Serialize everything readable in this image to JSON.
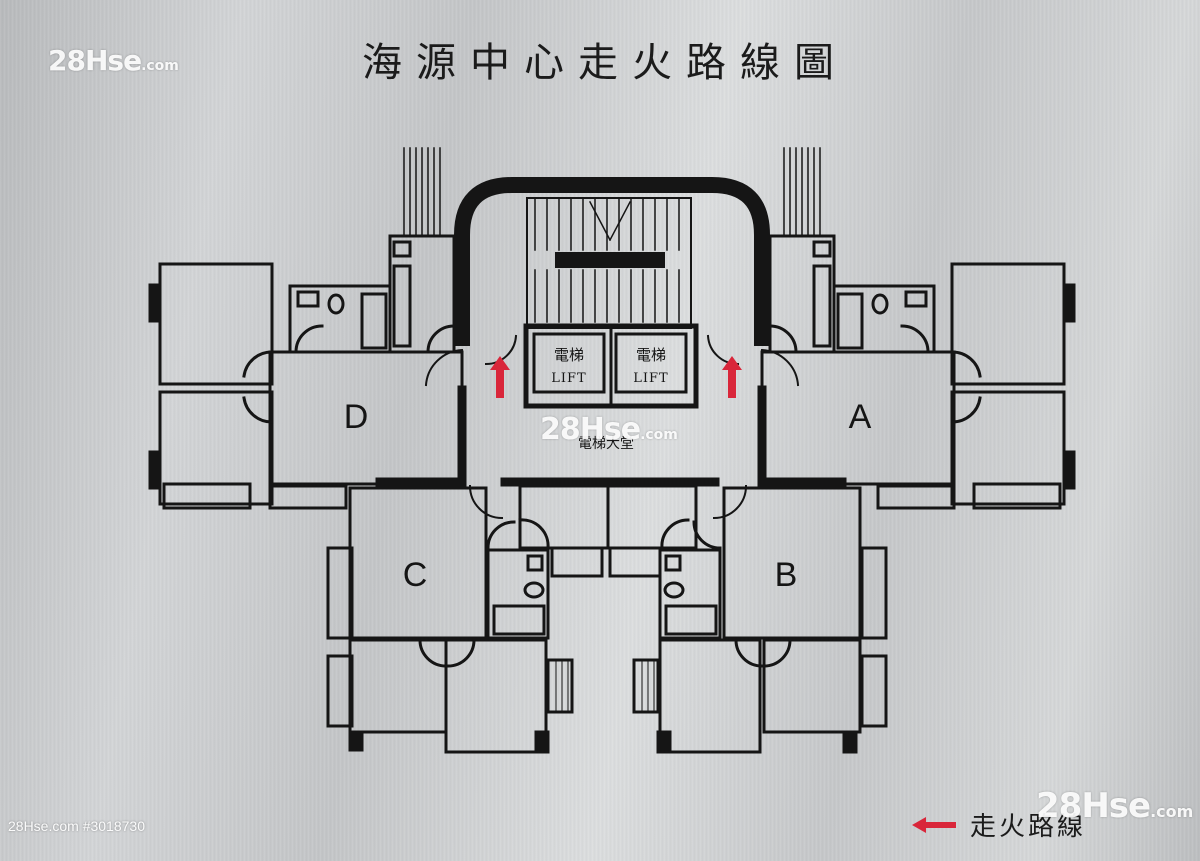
{
  "title": "海源中心走火路線圖",
  "watermarks": {
    "brand": "28Hse",
    "domain": ".com"
  },
  "listing_id": "28Hse.com #3018730",
  "lifts": [
    {
      "zh": "電梯",
      "en": "LIFT"
    },
    {
      "zh": "電梯",
      "en": "LIFT"
    }
  ],
  "lobby_label": "電梯大堂",
  "units": {
    "a": "A",
    "b": "B",
    "c": "C",
    "d": "D"
  },
  "legend": {
    "label": "走火路線"
  },
  "colors": {
    "plate": "#c9cbcd",
    "line": "#151515",
    "escape_arrow": "#d9263a"
  },
  "escape_arrows": 3
}
